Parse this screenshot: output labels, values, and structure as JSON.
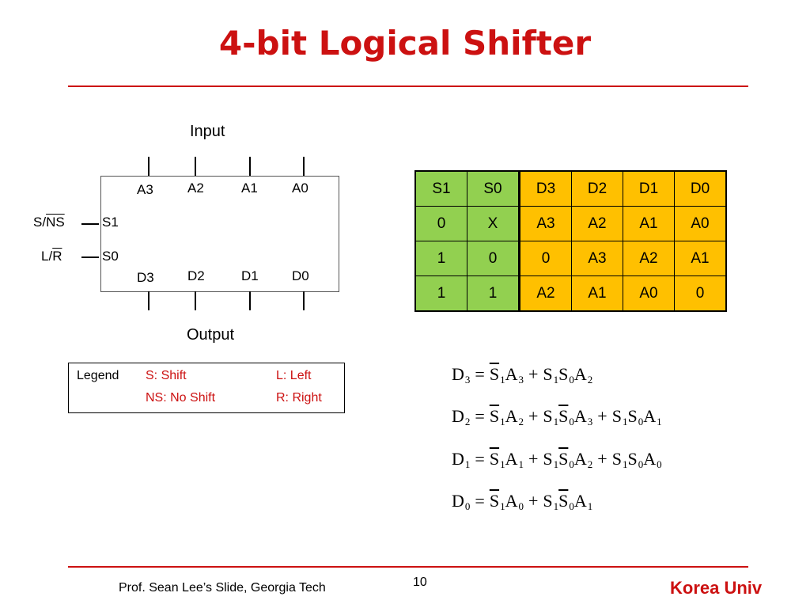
{
  "slide": {
    "title": "4-bit Logical Shifter",
    "page_number": "10",
    "footer_credit": "Prof. Sean Lee’s Slide, Georgia Tech",
    "brand": "Korea Univ"
  },
  "diagram": {
    "input_label": "Input",
    "output_label": "Output",
    "inputs": [
      "A3",
      "A2",
      "A1",
      "A0"
    ],
    "outputs": [
      "D3",
      "D2",
      "D1",
      "D0"
    ],
    "select_pins": [
      "S1",
      "S0"
    ],
    "s1_signal": {
      "prefix": "S/",
      "overline_part": "NS"
    },
    "s0_signal": {
      "prefix": "L/",
      "overline_part": "R"
    }
  },
  "truth_table": {
    "headers": [
      "S1",
      "S0",
      "D3",
      "D2",
      "D1",
      "D0"
    ],
    "rows": [
      [
        "0",
        "X",
        "A3",
        "A2",
        "A1",
        "A0"
      ],
      [
        "1",
        "0",
        "0",
        "A3",
        "A2",
        "A1"
      ],
      [
        "1",
        "1",
        "A2",
        "A1",
        "A0",
        "0"
      ]
    ]
  },
  "legend": {
    "title": "Legend",
    "shift": "S: Shift",
    "left": "L: Left",
    "no_shift": "NS: No Shift",
    "right": "R: Right"
  },
  "equations": [
    {
      "lhs": "D",
      "lhs_sub": "3",
      "terms": [
        [
          {
            "v": "S",
            "s": "1",
            "bar": true
          },
          {
            "v": "A",
            "s": "3",
            "bar": false
          }
        ],
        [
          {
            "v": "S",
            "s": "1",
            "bar": false
          },
          {
            "v": "S",
            "s": "0",
            "bar": false
          },
          {
            "v": "A",
            "s": "2",
            "bar": false
          }
        ]
      ]
    },
    {
      "lhs": "D",
      "lhs_sub": "2",
      "terms": [
        [
          {
            "v": "S",
            "s": "1",
            "bar": true
          },
          {
            "v": "A",
            "s": "2",
            "bar": false
          }
        ],
        [
          {
            "v": "S",
            "s": "1",
            "bar": false
          },
          {
            "v": "S",
            "s": "0",
            "bar": true
          },
          {
            "v": "A",
            "s": "3",
            "bar": false
          }
        ],
        [
          {
            "v": "S",
            "s": "1",
            "bar": false
          },
          {
            "v": "S",
            "s": "0",
            "bar": false
          },
          {
            "v": "A",
            "s": "1",
            "bar": false
          }
        ]
      ]
    },
    {
      "lhs": "D",
      "lhs_sub": "1",
      "terms": [
        [
          {
            "v": "S",
            "s": "1",
            "bar": true
          },
          {
            "v": "A",
            "s": "1",
            "bar": false
          }
        ],
        [
          {
            "v": "S",
            "s": "1",
            "bar": false
          },
          {
            "v": "S",
            "s": "0",
            "bar": true
          },
          {
            "v": "A",
            "s": "2",
            "bar": false
          }
        ],
        [
          {
            "v": "S",
            "s": "1",
            "bar": false
          },
          {
            "v": "S",
            "s": "0",
            "bar": false
          },
          {
            "v": "A",
            "s": "0",
            "bar": false
          }
        ]
      ]
    },
    {
      "lhs": "D",
      "lhs_sub": "0",
      "terms": [
        [
          {
            "v": "S",
            "s": "1",
            "bar": true
          },
          {
            "v": "A",
            "s": "0",
            "bar": false
          }
        ],
        [
          {
            "v": "S",
            "s": "1",
            "bar": false
          },
          {
            "v": "S",
            "s": "0",
            "bar": true
          },
          {
            "v": "A",
            "s": "1",
            "bar": false
          }
        ]
      ]
    }
  ],
  "colors": {
    "accent_red": "#cc1111",
    "select_green": "#92d050",
    "output_orange": "#ffc000"
  }
}
